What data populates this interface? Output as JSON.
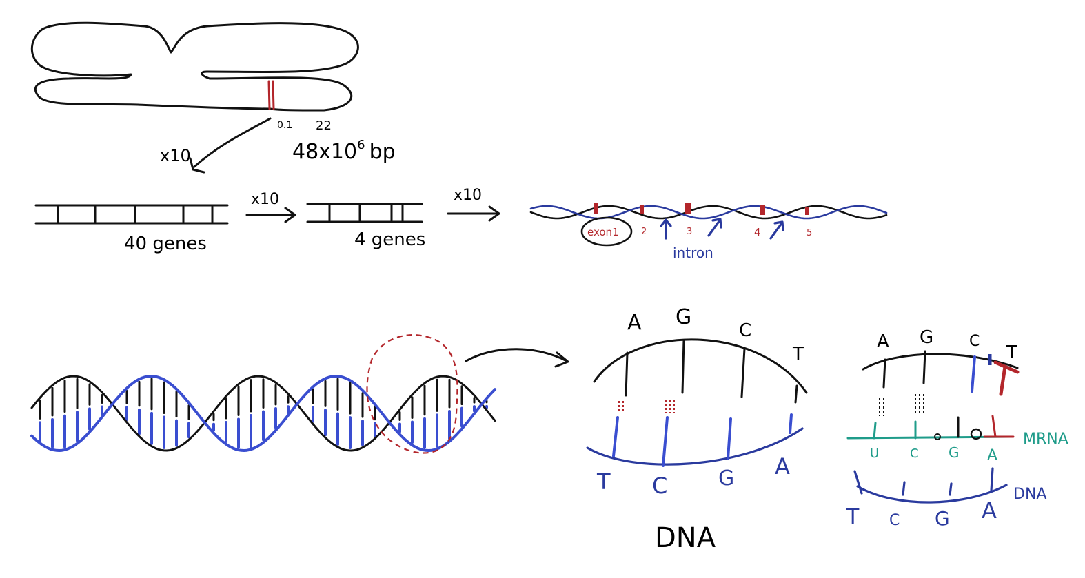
{
  "chromosome": {
    "mark_left": "0.1",
    "mark_right": "22",
    "size_label": "48x10",
    "size_exp": "6",
    "size_unit": "bp"
  },
  "zoom": {
    "label_1": "x10",
    "label_2": "x10",
    "label_3": "x10"
  },
  "gene_strip": {
    "label_40": "40 genes",
    "label_4": "4 genes"
  },
  "gene_structure": {
    "exon_label": "exon1",
    "exon_numbers": [
      "2",
      "3",
      "4",
      "5"
    ],
    "intron_label": "intron"
  },
  "dna_detail": {
    "top_bases": [
      "A",
      "G",
      "C",
      "T"
    ],
    "bottom_bases": [
      "T",
      "C",
      "G",
      "A"
    ],
    "caption": "DNA"
  },
  "transcription": {
    "top_bases": [
      "A",
      "G",
      "C",
      "T"
    ],
    "mrna_bases": [
      "U",
      "C",
      "G",
      "A"
    ],
    "bottom_bases": [
      "T",
      "C",
      "G",
      "A"
    ],
    "mrna_label": "MRNA",
    "dna_label": "DNA"
  },
  "colors": {
    "ink": "#111111",
    "blue_strand": "#2a3a9e",
    "red_marker": "#b3262b",
    "teal_mrna": "#1f9c8a"
  }
}
